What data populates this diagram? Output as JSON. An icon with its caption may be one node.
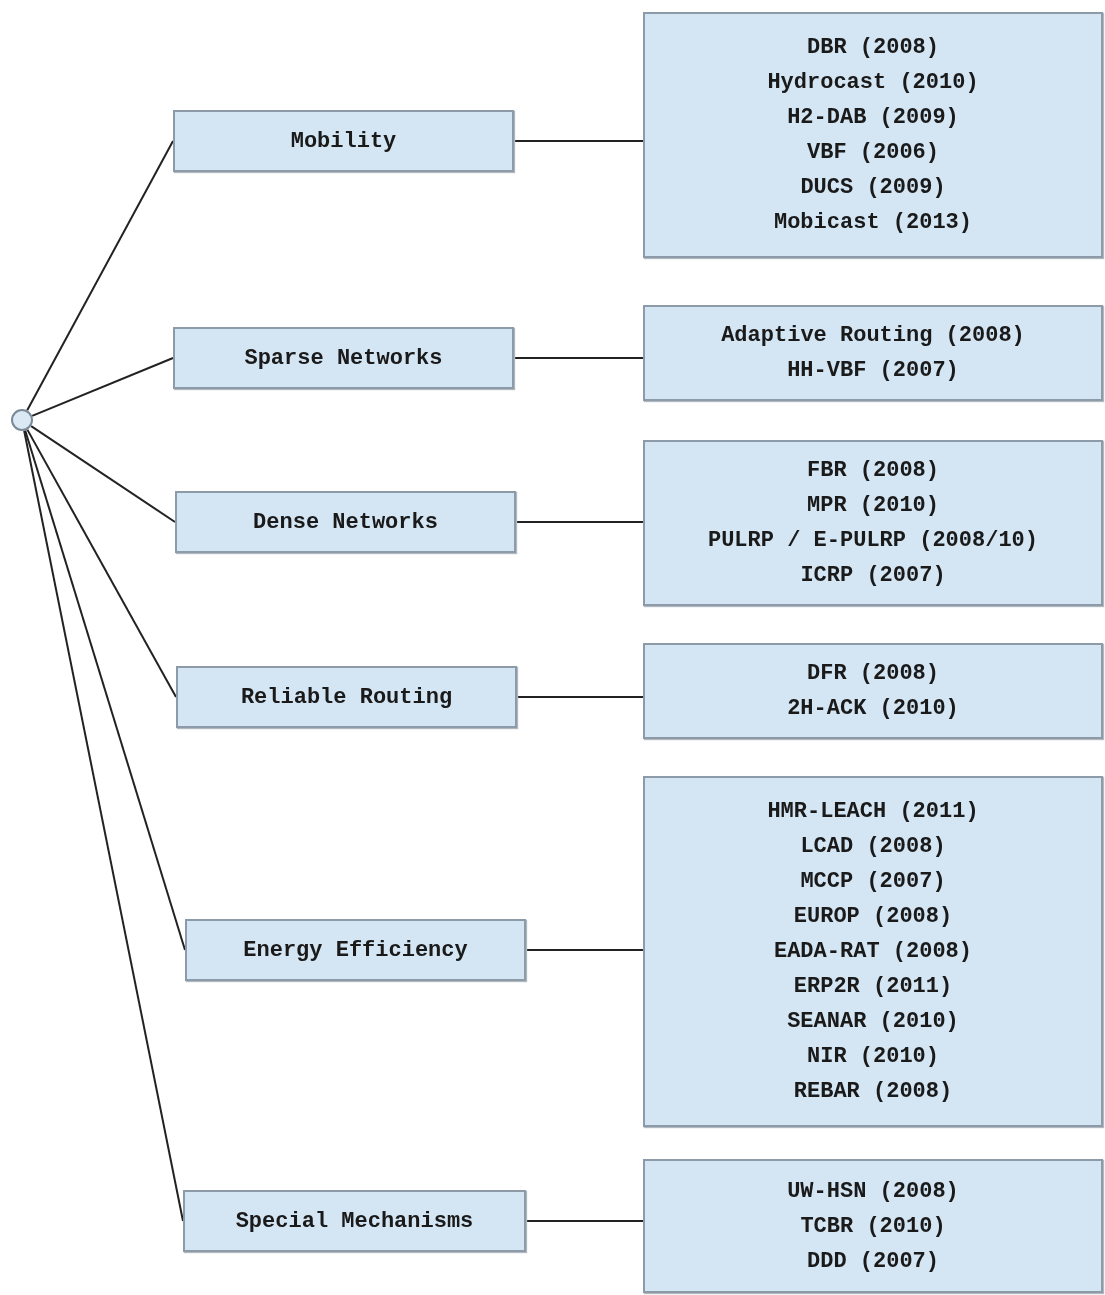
{
  "diagram": {
    "nodes": [
      {
        "text": [],
        "shape": "circle"
      },
      {
        "text": [
          "Mobility"
        ]
      },
      {
        "text": [
          "DBR (2008)",
          "Hydrocast (2010)",
          "H2-DAB (2009)",
          "VBF (2006)",
          "DUCS (2009)",
          "Mobicast (2013)"
        ]
      },
      {
        "text": [
          "Sparse Networks"
        ]
      },
      {
        "text": [
          "Adaptive Routing (2008)",
          "HH-VBF (2007)"
        ]
      },
      {
        "text": [
          "Dense Networks"
        ]
      },
      {
        "text": [
          "FBR (2008)",
          "MPR (2010)",
          "PULRP / E-PULRP (2008/10)",
          "ICRP (2007)"
        ]
      },
      {
        "text": [
          "Reliable Routing"
        ]
      },
      {
        "text": [
          "DFR (2008)",
          "2H-ACK (2010)"
        ]
      },
      {
        "text": [
          "Energy Efficiency"
        ]
      },
      {
        "text": [
          "HMR-LEACH (2011)",
          "LCAD (2008)",
          "MCCP (2007)",
          "EUROP (2008)",
          "EADA-RAT (2008)",
          "ERP2R (2011)",
          "SEANAR (2010)",
          "NIR (2010)",
          "REBAR (2008)"
        ]
      },
      {
        "text": [
          "Special Mechanisms"
        ]
      },
      {
        "text": [
          "UW-HSN (2008)",
          "TCBR (2010)",
          "DDD (2007)"
        ]
      }
    ],
    "edges": [
      {
        "from": 0,
        "to": 1,
        "arrow": "none"
      },
      {
        "from": 0,
        "to": 3,
        "arrow": "none"
      },
      {
        "from": 0,
        "to": 5,
        "arrow": "none"
      },
      {
        "from": 0,
        "to": 7,
        "arrow": "none"
      },
      {
        "from": 0,
        "to": 9,
        "arrow": "none"
      },
      {
        "from": 0,
        "to": 11,
        "arrow": "none"
      },
      {
        "from": 1,
        "to": 2,
        "arrow": "none"
      },
      {
        "from": 3,
        "to": 4,
        "arrow": "none"
      },
      {
        "from": 5,
        "to": 6,
        "arrow": "none"
      },
      {
        "from": 7,
        "to": 8,
        "arrow": "none"
      },
      {
        "from": 9,
        "to": 10,
        "arrow": "none"
      },
      {
        "from": 11,
        "to": 12,
        "arrow": "none"
      }
    ]
  }
}
